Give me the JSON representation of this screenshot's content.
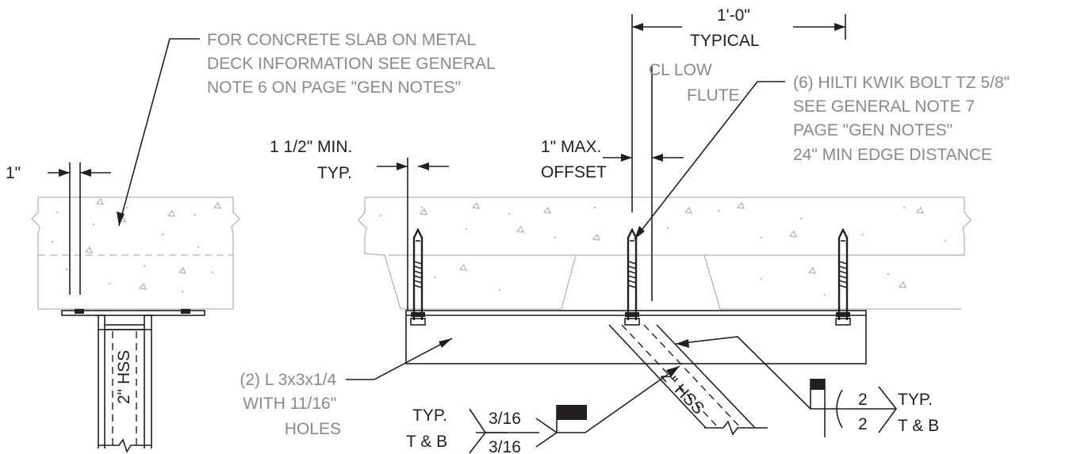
{
  "notes": {
    "slab_note": [
      "FOR CONCRETE SLAB ON METAL",
      "DECK INFORMATION SEE GENERAL",
      "NOTE 6 ON PAGE \"GEN NOTES\""
    ],
    "anchor_note": [
      "(6) HILTI KWIK BOLT TZ 5/8\"",
      "SEE GENERAL NOTE 7",
      "PAGE \"GEN NOTES\"",
      "24\" MIN EDGE DISTANCE"
    ],
    "angle_note": [
      "(2) L 3x3x1/4",
      "WITH 11/16\"",
      "HOLES"
    ]
  },
  "dimensions": {
    "typical_spacing": "1'-0\"",
    "typical_word": "TYPICAL",
    "cl_low_flute": [
      "CL LOW",
      "FLUTE"
    ],
    "edge_min": [
      "1 1/2\" MIN.",
      "TYP."
    ],
    "max_offset": [
      "1\" MAX.",
      "OFFSET"
    ],
    "left_gap": "1\""
  },
  "members": {
    "hss_vertical": "2\" HSS",
    "hss_diagonal": "2\" HSS"
  },
  "welds": {
    "left_symbol": {
      "label": [
        "TYP.",
        "T & B"
      ],
      "top_size": "3/16",
      "bottom_size": "3/16"
    },
    "right_symbol": {
      "label": [
        "TYP.",
        "T & B"
      ],
      "top_size": "2",
      "bottom_size": "2"
    }
  }
}
